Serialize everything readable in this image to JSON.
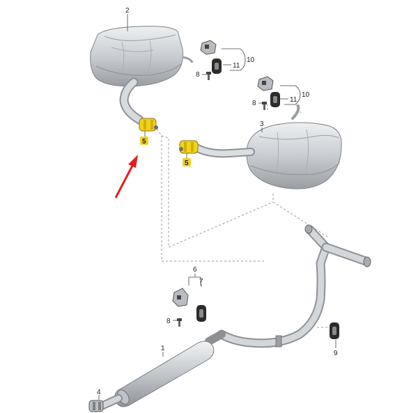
{
  "parts": {
    "p1": "1",
    "p2": "2",
    "p3": "3",
    "p4": "4",
    "p5a": "5",
    "p5b": "5",
    "p6": "6",
    "p7": "7",
    "p8a": "8",
    "p8b": "8",
    "p8c": "8",
    "p9": "9",
    "p10a": "10",
    "p10b": "10",
    "p11a": "11",
    "p11b": "11"
  },
  "colors": {
    "metal_light": "#e3e5e7",
    "metal_mid": "#b9bdc1",
    "metal_dark": "#8d9196",
    "clamp_highlight": "#f2d21b",
    "arrow": "#e41e1e"
  },
  "icons": {
    "callout_arrow": "red-arrow-icon"
  }
}
